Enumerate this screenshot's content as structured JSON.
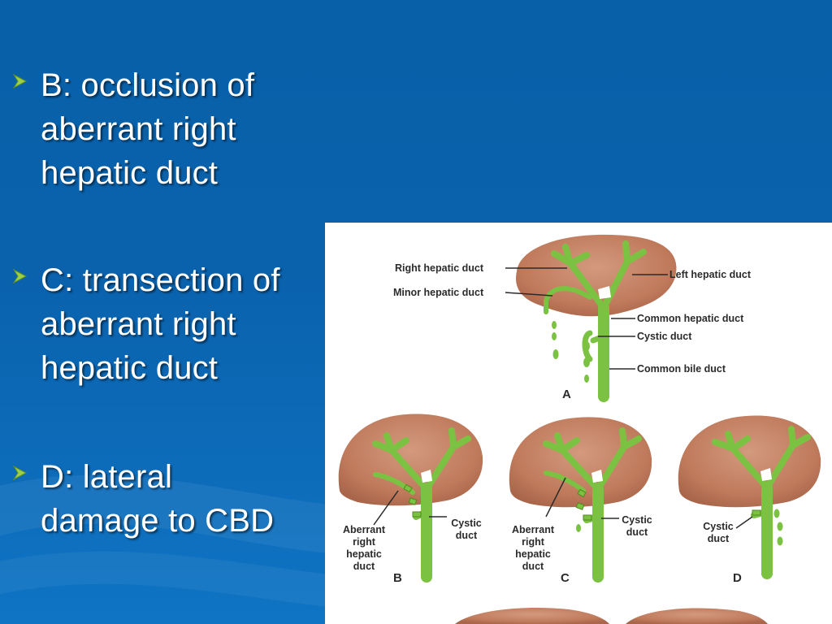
{
  "bullets": [
    {
      "lines": [
        "B: occlusion of",
        "aberrant right",
        "hepatic duct"
      ]
    },
    {
      "lines": [
        "C: transection of",
        "aberrant right",
        "hepatic duct"
      ]
    },
    {
      "lines": [
        "D: lateral",
        "damage to CBD"
      ]
    }
  ],
  "figure": {
    "panel_a": {
      "letter": "A",
      "right_hepatic_duct": "Right hepatic duct",
      "minor_hepatic_duct": "Minor hepatic duct",
      "left_hepatic_duct": "Left hepatic duct",
      "common_hepatic_duct": "Common hepatic duct",
      "cystic_duct": "Cystic duct",
      "common_bile_duct": "Common bile duct"
    },
    "panel_b": {
      "letter": "B",
      "aberrant": [
        "Aberrant",
        "right",
        "hepatic",
        "duct"
      ],
      "cystic": [
        "Cystic",
        "duct"
      ]
    },
    "panel_c": {
      "letter": "C",
      "aberrant": [
        "Aberrant",
        "right",
        "hepatic",
        "duct"
      ],
      "cystic": [
        "Cystic",
        "duct"
      ]
    },
    "panel_d": {
      "letter": "D",
      "cystic": [
        "Cystic",
        "duct"
      ]
    }
  },
  "colors": {
    "background": "#0a62ad",
    "bullet_arrow": "#9ad04a",
    "duct_green": "#7cc242",
    "liver_brown": "#c8866a"
  },
  "icons": {
    "bullet": "arrow-bullet-icon"
  }
}
